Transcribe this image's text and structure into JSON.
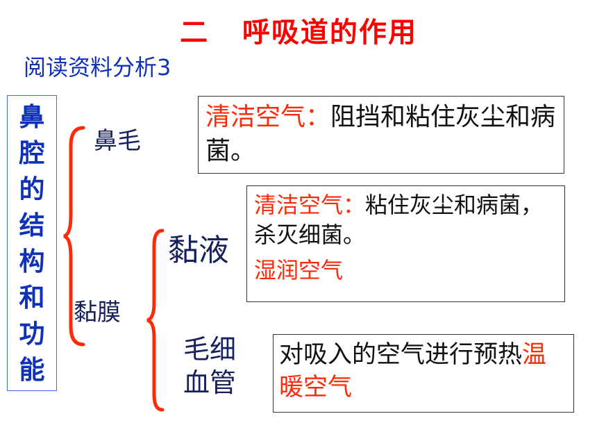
{
  "title": "二   呼吸道的作用",
  "subtitle": "阅读资料分析3",
  "vertical_label": [
    "鼻",
    "腔",
    "的",
    "结",
    "构",
    "和",
    "功",
    "能"
  ],
  "nodes": {
    "nose_hair": "鼻毛",
    "mucosa": "黏膜",
    "mucus": "黏液",
    "capillary_line1": "毛细",
    "capillary_line2": "血管"
  },
  "boxes": {
    "nose_hair": {
      "head": "清洁空气：",
      "body": "阻挡和粘住灰尘和病菌。"
    },
    "mucus": {
      "head": "清洁空气：",
      "body": "粘住灰尘和病菌，杀灭细菌。",
      "extra": "湿润空气"
    },
    "capillary": {
      "body": "对吸入的空气进行预热",
      "tail": "温暖空气"
    }
  },
  "colors": {
    "title": "#ff0000",
    "subtitle": "#0f31b8",
    "brace": "#ff2a0a",
    "highlight": "#ff2a0a"
  }
}
